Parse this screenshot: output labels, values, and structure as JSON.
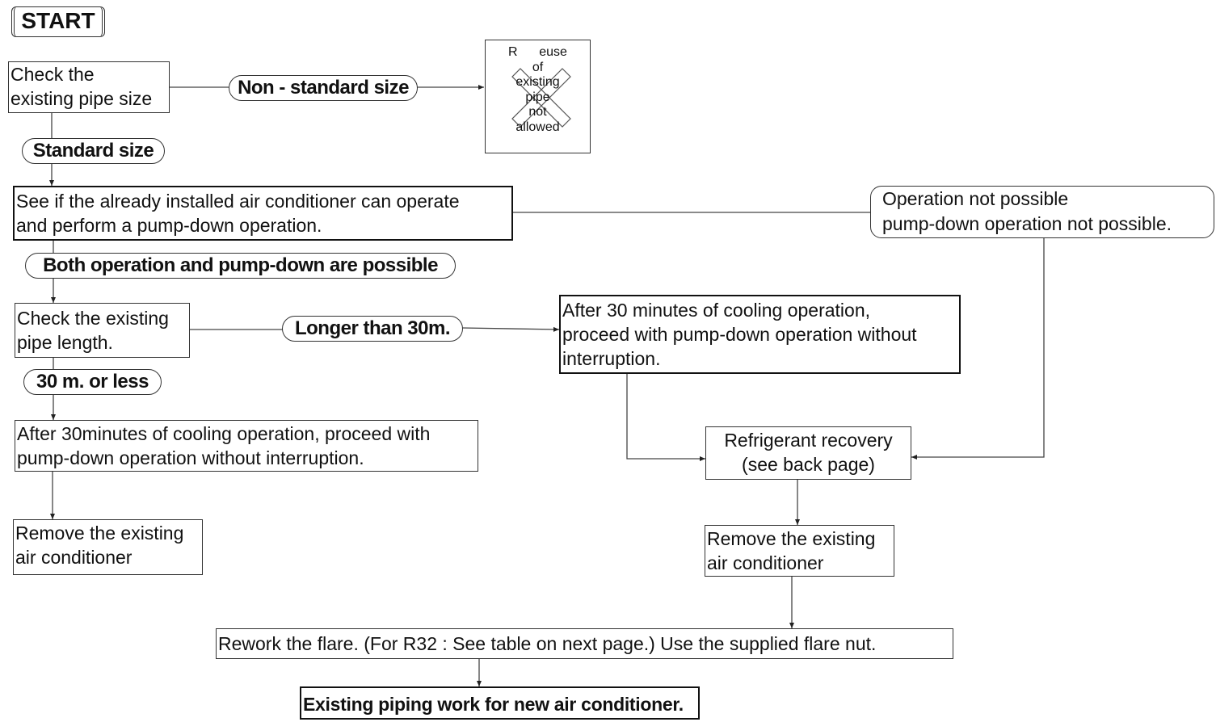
{
  "start": "START",
  "nodes": {
    "check_size": [
      "Check the",
      "existing pipe size"
    ],
    "non_standard": "Non - standard size",
    "reuse_not_allowed": [
      "R      euse",
      "of",
      "existing",
      "pipe",
      "not",
      "allowed"
    ],
    "standard": "Standard size",
    "see_if_operate": [
      "See if the already installed air conditioner can operate",
      "and perform a pump-down operation."
    ],
    "not_possible": [
      "Operation not possible",
      "pump-down operation not possible."
    ],
    "both_possible": "Both operation and pump-down are possible",
    "check_length": [
      "Check the existing",
      "pipe length."
    ],
    "longer": "Longer than 30m.",
    "after30_long": [
      "After 30 minutes of cooling operation,",
      "proceed with pump-down operation without",
      "interruption."
    ],
    "less30": "30 m. or less",
    "after30_short": [
      "After 30minutes of cooling operation, proceed with",
      "pump-down operation without interruption."
    ],
    "recovery": [
      "Refrigerant recovery",
      "(see back page)"
    ],
    "remove_left": [
      "Remove the existing",
      "air conditioner"
    ],
    "remove_right": [
      "Remove the existing",
      "air conditioner"
    ],
    "rework": "Rework the flare. (For R32 : See table on next page.) Use the supplied flare nut.",
    "final": "Existing piping work for new air conditioner."
  }
}
